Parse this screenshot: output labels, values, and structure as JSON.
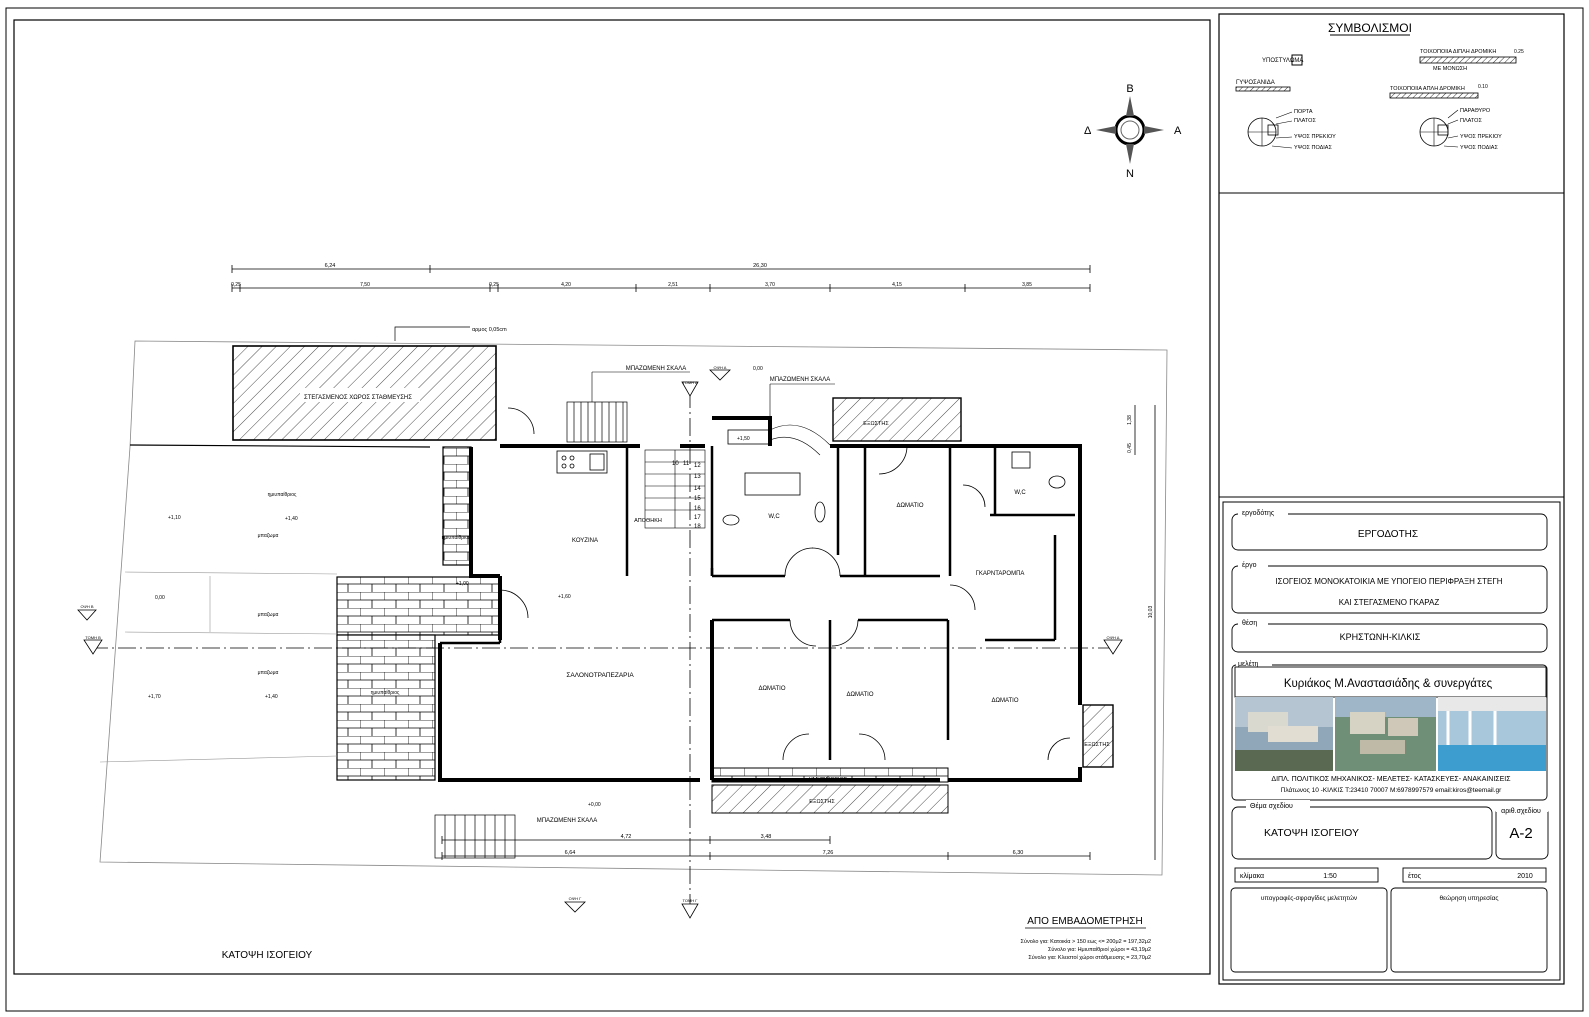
{
  "legend": {
    "title": "ΣΥΜΒΟΛΙΣΜΟΙ",
    "column": "ΥΠΟΣΤΥΛΩΜΑ",
    "double_brick_wall": "ΤΟΙΧΟΠΟΙΙΑ ΔΙΠΛΗ ΔΡΟΜΙΚΗ",
    "with_insulation": "ΜΕ ΜΟΝΩΣΗ",
    "double_brick_thickness": "0.25",
    "plasterboard": "ΓΥΨΟΣΑΝΙΔΑ",
    "single_brick_wall": "ΤΟΙΧΟΠΟΙΙΑ ΑΠΛΗ ΔΡΟΜΙΚΗ",
    "single_brick_thickness": "0.10",
    "door": "ΠΟΡΤΑ",
    "window": "ΠΑΡΑΘΥΡΟ",
    "width": "ΠΛΑΤΟΣ",
    "lintel_height": "ΥΨΟΣ ΠΡΕΚΙΟΥ",
    "sill_height": "ΥΨΟΣ ΠΟΔΙΑΣ"
  },
  "compass": {
    "north": "Β",
    "south": "Ν",
    "east": "Α",
    "west": "Δ"
  },
  "plan": {
    "title": "ΚΑΤΟΨΗ ΙΣΟΓΕΙΟΥ",
    "dims_top_row1": [
      "6,24",
      "26,30"
    ],
    "dims_top_row2": [
      "0,25",
      "7,50",
      "0,25",
      "4,20",
      "2,51",
      "3,70",
      "4,15",
      "3,85"
    ],
    "dims_bottom_row1": [
      "4,72",
      "3,48"
    ],
    "dims_bottom_row2": [
      "6,64",
      "7,26",
      "6,30"
    ],
    "dims_right": [
      "1,38",
      "10,03",
      "0,45"
    ],
    "rooms": {
      "kitchen": "ΚΟΥΖΙΝΑ",
      "storage": "ΑΠΟΘΗΚΗ",
      "wc1": "W,C",
      "wc2": "W,C",
      "bedroom_top": "ΔΩΜΑΤΙΟ",
      "dressing": "ΓΚΑΡΝΤΑΡΟΜΠΑ",
      "living": "ΣΑΛΟΝΟΤΡΑΠΕΖΑΡΙΑ",
      "bedroom1": "ΔΩΜΑΤΙΟ",
      "bedroom2": "ΔΩΜΑΤΙΟ",
      "bedroom3": "ΔΩΜΑΤΙΟ",
      "parking": "ΣΤΕΓΑΣΜΕΝΟΣ ΧΩΡΟΣ ΣΤΑΘΜΕΥΣΗΣ",
      "stair_top1": "ΜΠΑΖΩΜΕΝΗ ΣΚΑΛΑ",
      "stair_top2": "ΜΠΑΖΩΜΕΝΗ ΣΚΑΛΑ",
      "stair_bottom": "ΜΠΑΖΩΜΕΝΗ ΣΚΑΛΑ",
      "joint": "αρμος 0,05cm",
      "semi_outdoor_top": "ΕΞΩΣΤΗΣ",
      "semi_outdoor_bottom": "ΗΜΥΠΑΙΘΡΙΟΣ",
      "balcony_bottom": "ΕΞΩΣΤΗΣ",
      "balcony_right": "ΕΞΩΣΤΗΣ",
      "gravel1": "ημιυπαίθριος",
      "gravel2": "ημιυπαίθριος",
      "gravel3": "ημιυπαίθριος",
      "paving1": "μπαζωμα",
      "paving2": "μπαζωμα",
      "paving3": "μπαζωμα"
    },
    "levels": [
      "+1,10",
      "+1,40",
      "+1,00",
      "+1,70",
      "+1,40",
      "+1,50",
      "+1,60",
      "0,00",
      "+0,00",
      "0,00"
    ],
    "sections": [
      "ΤΟΜΗ Α",
      "ΟΨΗ Α",
      "ΟΨΗ Β",
      "ΤΟΜΗ Β",
      "ΟΨΗ Γ",
      "ΟΨΗ Δ",
      "ΤΟΜΗ Γ"
    ],
    "stair_numbers": [
      "10",
      "11",
      "12",
      "13",
      "14",
      "15",
      "16",
      "17",
      "18"
    ]
  },
  "area": {
    "title": "ΑΠΟ ΕΜΒΑΔΟΜΕΤΡΗΣΗ",
    "line1": "Σύνολο για: Κατοικία > 150 εως <= 200μ2 = 197,32μ2",
    "line2": "Σύνολο για: Ημιυπαίθριοί χώροι = 43,19μ2",
    "line3": "Σύνολο για: Κλειστοί χώροι στάθμευσης = 23,70μ2"
  },
  "titleblock": {
    "client_label": "εργοδότης",
    "client": "ΕΡΓΟΔΟΤΗΣ",
    "project_label": "έργο",
    "project_line1": "ΙΣΟΓΕΙΟΣ ΜΟΝΟΚΑΤΟΙΚΙΑ ΜΕ ΥΠΟΓΕΙΟ ΠΕΡΙΦΡΑΞΗ ΣΤΕΓΗ",
    "project_line2": "ΚΑΙ ΣΤΕΓΑΣΜΕΝΟ ΓΚΑΡΑΖ",
    "location_label": "θέση",
    "location": "ΚΡΗΣΤΩΝΗ-ΚΙΛΚΙΣ",
    "study_label": "μελέτη",
    "firm": "Κυριάκος Μ.Αναστασιάδης & συνεργάτες",
    "firm_line1": "ΔΙΠΛ. ΠΟΛΙΤΙΚΟΣ ΜΗΧΑΝΙΚΟΣ- ΜΕΛΕΤΕΣ- ΚΑΤΑΣΚΕΥΕΣ- ΑΝΑΚΑΙΝΙΣΕΙΣ",
    "firm_line2": "Πλάτωνος 10 -ΚΙΛΚΙΣ Τ:23410 70007 Μ:6978997579 email:kiros@teemail.gr",
    "subject_label": "Θέμα σχεδίου",
    "subject": "ΚΑΤΟΨΗ ΙΣΟΓΕΙΟΥ",
    "number_label": "αριθ.σχεδίου",
    "number": "Α-2",
    "scale_label": "κλίμακα",
    "scale": "1:50",
    "year_label": "έτος",
    "year": "2010",
    "signatures_label": "υπογραφές-σφραγίδες μελετητών",
    "approval_label": "θεώρηση υπηρεσίας"
  }
}
